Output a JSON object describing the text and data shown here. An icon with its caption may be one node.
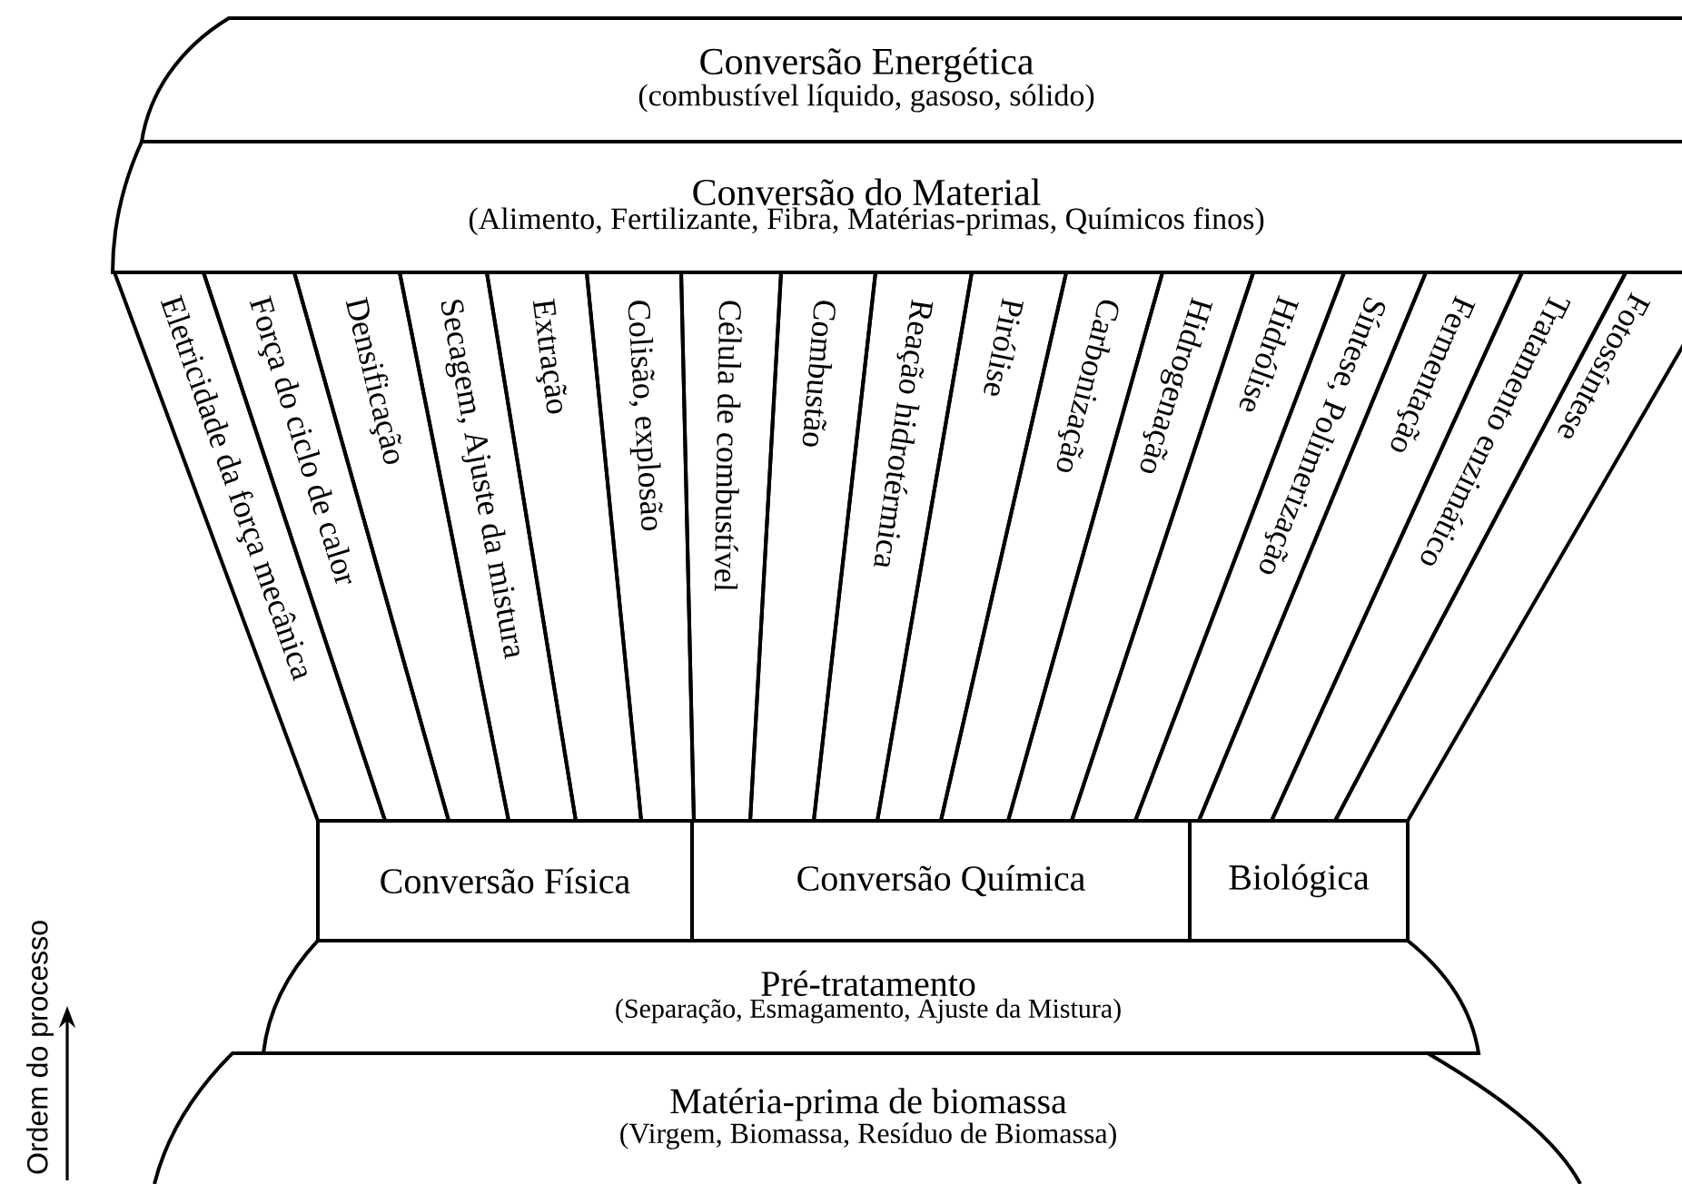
{
  "diagram": {
    "nodes": [
      {
        "text": [
          "Conversão Energética",
          "(combustível líquido, gasoso, sólido)"
        ]
      },
      {
        "text": [
          "Conversão do Material",
          "(Alimento, Fertilizante, Fibra, Matérias-primas, Químicos finos)"
        ]
      },
      {
        "text": [
          "Eletricidade da força mecânica"
        ]
      },
      {
        "text": [
          "Força do ciclo de calor"
        ]
      },
      {
        "text": [
          "Densificação"
        ]
      },
      {
        "text": [
          "Secagem, Ajuste da mistura"
        ]
      },
      {
        "text": [
          "Extração"
        ]
      },
      {
        "text": [
          "Colisão, explosão"
        ]
      },
      {
        "text": [
          "Célula de combustível"
        ]
      },
      {
        "text": [
          "Combustão"
        ]
      },
      {
        "text": [
          "Reação hidrotérmica"
        ]
      },
      {
        "text": [
          "Pirólise"
        ]
      },
      {
        "text": [
          "Carbonização"
        ]
      },
      {
        "text": [
          "Hidrogenação"
        ]
      },
      {
        "text": [
          "Hidrólise"
        ]
      },
      {
        "text": [
          "Síntese, Polimerização"
        ]
      },
      {
        "text": [
          "Fermentação"
        ]
      },
      {
        "text": [
          "Tratamento enzimático"
        ]
      },
      {
        "text": [
          "Fotossíntese"
        ]
      },
      {
        "text": [
          "Conversão Física"
        ]
      },
      {
        "text": [
          "Conversão Química"
        ]
      },
      {
        "text": [
          "Biológica"
        ]
      },
      {
        "text": [
          "Pré-tratamento",
          "(Separação, Esmagamento, Ajuste da Mistura)"
        ]
      },
      {
        "text": [
          "Matéria-prima de biomassa",
          "(Virgem, Biomassa, Resíduo de Biomassa)"
        ]
      }
    ],
    "labels": [
      "Ordem do processo"
    ]
  }
}
